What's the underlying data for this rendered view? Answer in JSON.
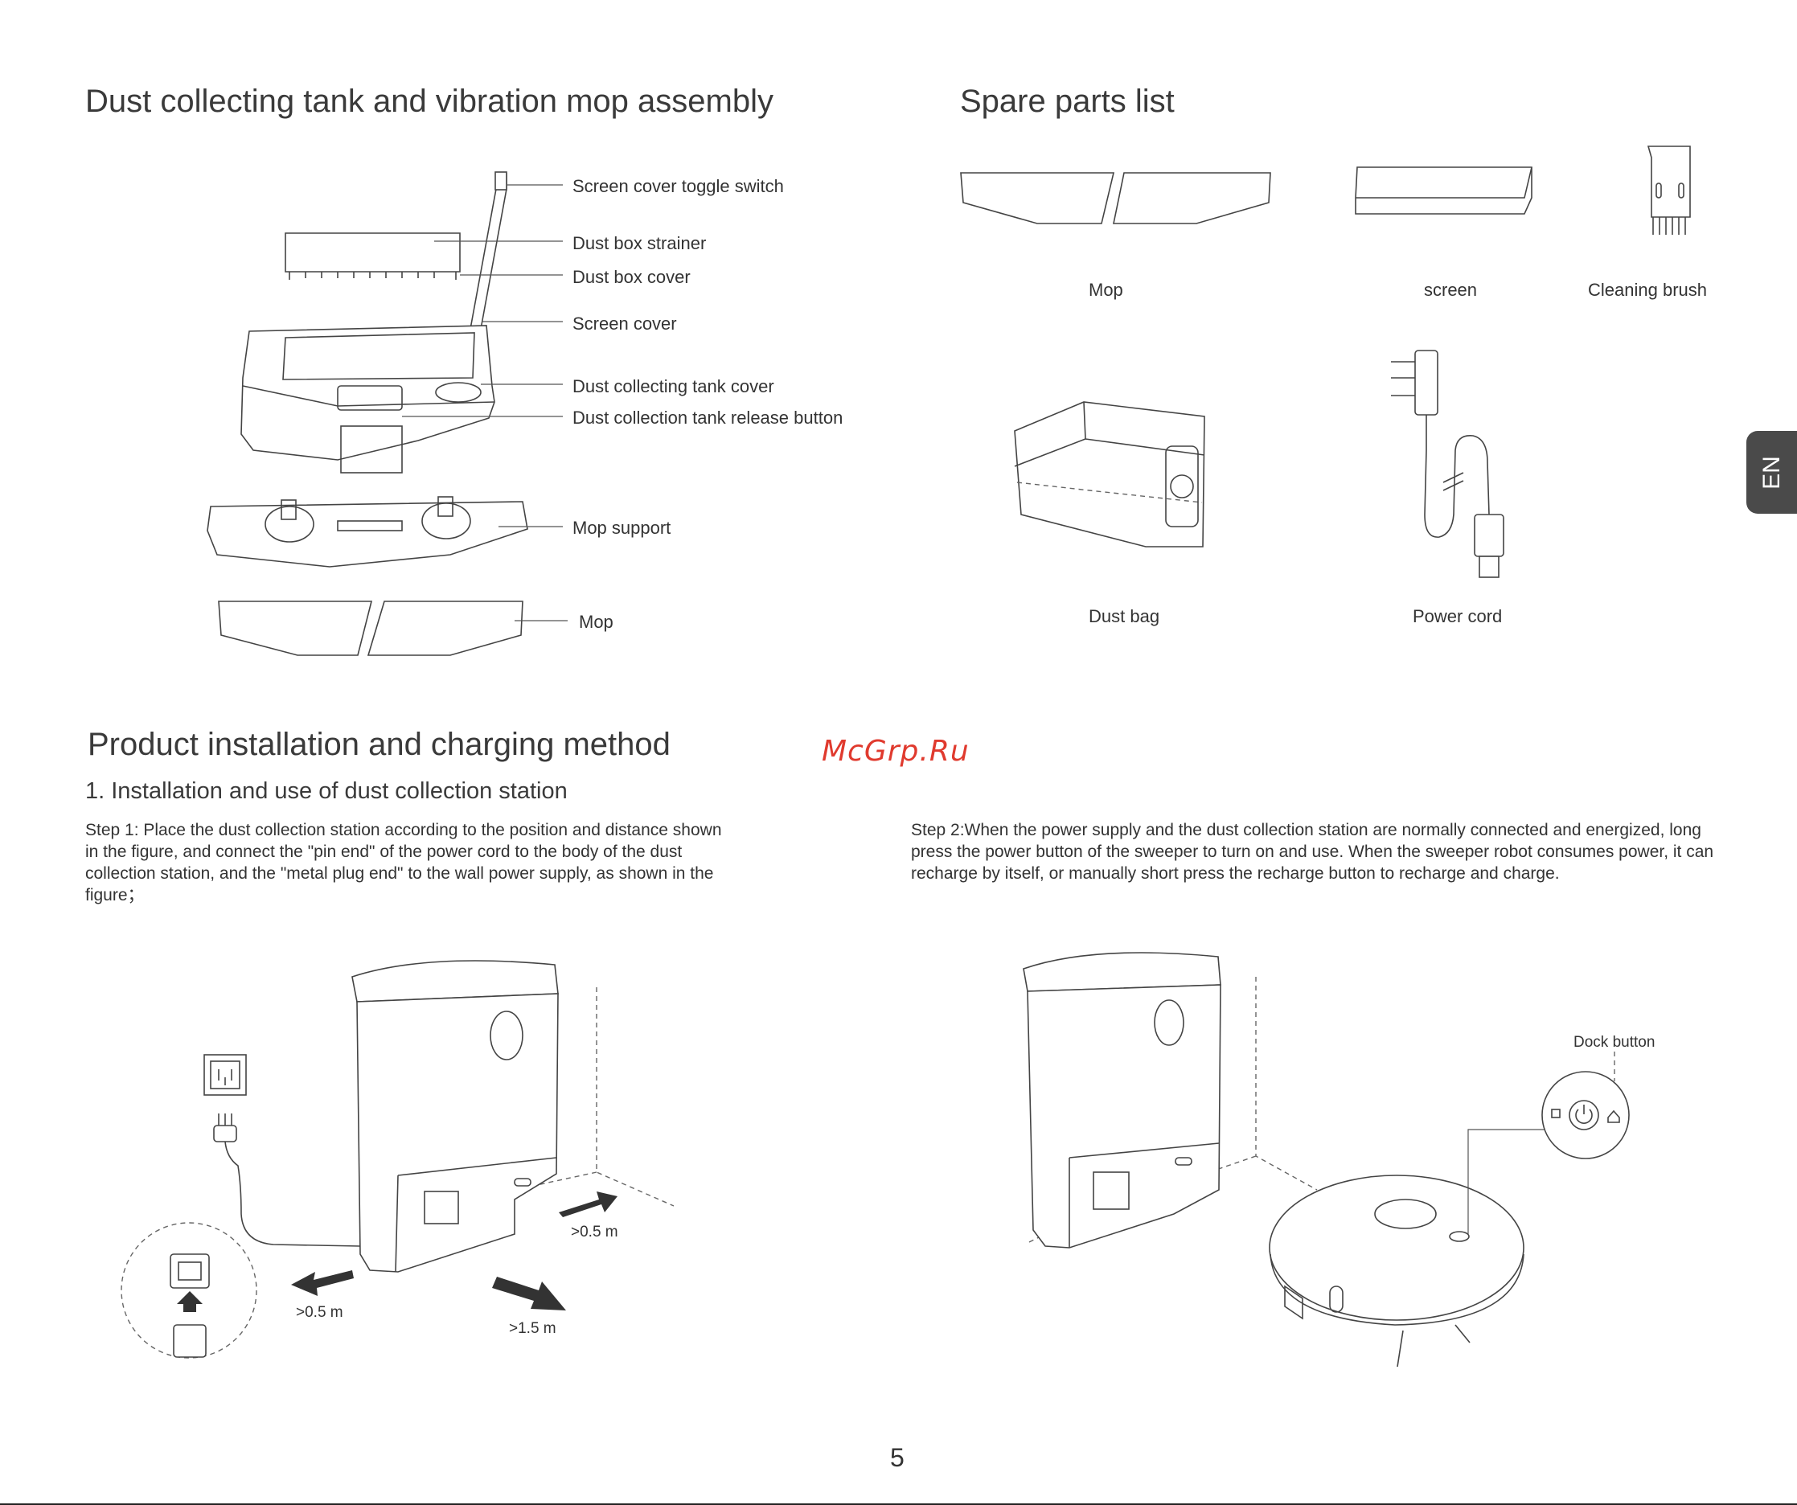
{
  "sections": {
    "assembly_title": "Dust collecting tank and vibration mop assembly",
    "spare_title": "Spare parts list",
    "install_title": "Product installation and charging method",
    "install_subtitle": "1. Installation and use of dust collection station"
  },
  "assembly_labels": {
    "toggle_switch": "Screen cover toggle switch",
    "strainer": "Dust box strainer",
    "box_cover": "Dust box cover",
    "screen_cover": "Screen cover",
    "tank_cover": "Dust collecting tank cover",
    "release_button": "Dust collection tank release button",
    "mop_support": "Mop support",
    "mop": "Mop"
  },
  "spare_parts": {
    "mop": "Mop",
    "screen": "screen",
    "cleaning_brush": "Cleaning brush",
    "dust_bag": "Dust bag",
    "power_cord": "Power cord"
  },
  "watermark": "McGrp.Ru",
  "steps": {
    "step1": "Step 1: Place the dust collection station according to the position and distance shown in the figure, and connect the \"pin end\" of the power cord to the body of the dust collection station, and the \"metal plug end\" to the wall power supply, as shown in the figure；",
    "step2": "Step 2:When the power supply and the dust collection station are normally connected and energized, long press the power button of the sweeper to turn on and use. When the sweeper robot consumes power, it can recharge by itself, or manually short press the recharge button to recharge and charge."
  },
  "distances": {
    "right": ">0.5 m",
    "left": ">0.5 m",
    "front": ">1.5 m"
  },
  "dock_button_label": "Dock button",
  "language_tab": "EN",
  "page_number": "5"
}
